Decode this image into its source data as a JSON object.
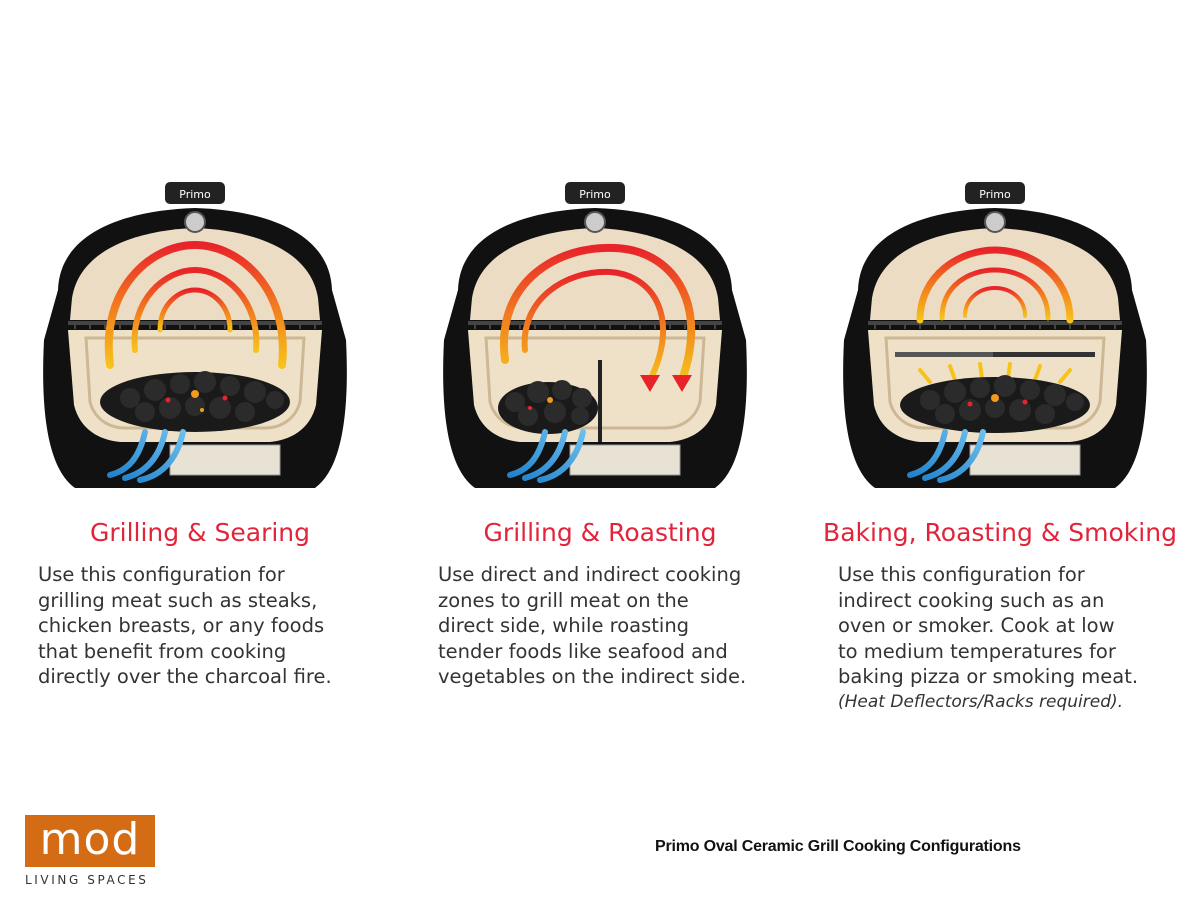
{
  "colors": {
    "title_red": "#e2243b",
    "logo_orange": "#d46b15"
  },
  "brand_on_grill": "Primo",
  "panels": [
    {
      "title": "Grilling & Searing",
      "lines": [
        "Use this configuration for",
        "grilling meat such as steaks,",
        "chicken breasts, or any foods",
        "that benefit from cooking",
        "directly over the charcoal fire."
      ]
    },
    {
      "title": "Grilling & Roasting",
      "lines": [
        "Use direct and indirect cooking",
        "zones to grill meat on the",
        "direct side, while roasting",
        "tender foods like seafood and",
        "vegetables on the indirect side."
      ]
    },
    {
      "title": "Baking, Roasting & Smoking",
      "lines": [
        "Use this configuration for",
        "indirect cooking such as an",
        "oven or smoker. Cook at low",
        "to medium temperatures for",
        "baking pizza or smoking meat."
      ],
      "note": "(Heat Deflectors/Racks required)."
    }
  ],
  "logo": {
    "mark": "mod",
    "sub": "LIVING SPACES"
  },
  "caption": "Primo Oval Ceramic Grill Cooking Configurations"
}
